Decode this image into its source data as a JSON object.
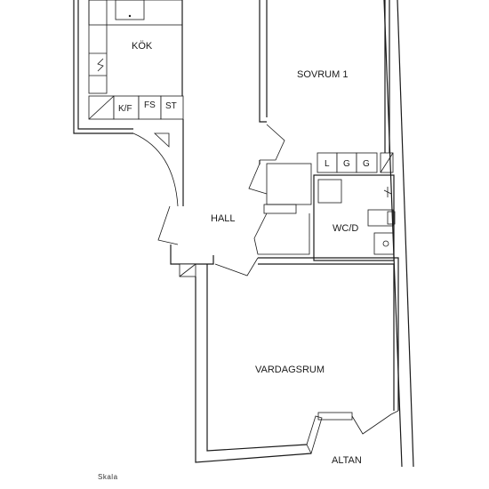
{
  "rooms": {
    "kitchen": "KÖK",
    "bedroom": "SOVRUM 1",
    "hall": "HALL",
    "bathroom": "WC/D",
    "living_room": "VARDAGSRUM",
    "patio": "ALTAN"
  },
  "fixtures": {
    "fridge_freezer": "K/F",
    "freezer": "FS",
    "stove": "ST",
    "closet_l": "L",
    "closet_g1": "G",
    "closet_g2": "G"
  },
  "scale_label": "Skala"
}
